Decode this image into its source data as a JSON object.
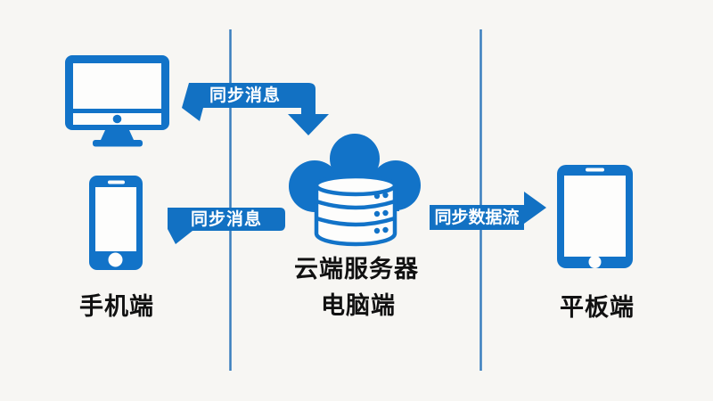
{
  "colors": {
    "background": "#F7F6F3",
    "primary_blue": "#1273C8",
    "ribbon_blue": "#1271C3",
    "divider_blue": "#3A7EBE",
    "label_color": "#111111",
    "ribbon_text": "#FFFFFF"
  },
  "nodes": {
    "desktop": {
      "icon": "desktop-monitor-icon"
    },
    "phone": {
      "icon": "smartphone-icon",
      "label": "手机端"
    },
    "cloud_server": {
      "icon": "cloud-database-icon",
      "label_line1": "云端服务器",
      "label_line2": "电脑端"
    },
    "tablet": {
      "icon": "tablet-icon",
      "label": "平板端"
    }
  },
  "ribbons": {
    "top": {
      "label": "同步消息"
    },
    "left": {
      "label": "同步消息"
    },
    "right": {
      "label": "同步数据流"
    }
  }
}
